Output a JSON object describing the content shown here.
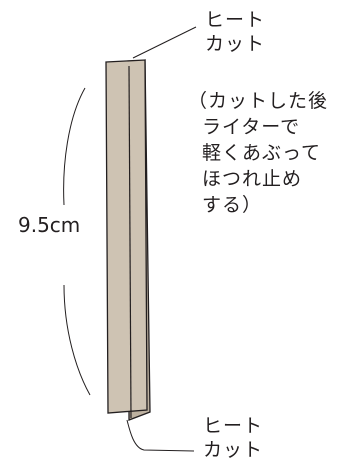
{
  "diagram": {
    "top_label": {
      "lines": [
        "ヒート",
        "カット"
      ]
    },
    "bottom_label": {
      "lines": [
        "ヒート",
        "カット"
      ]
    },
    "length_label": "9.5cm",
    "note": {
      "lines": [
        "（カットした後",
        "ライターで",
        "軽くあぶって",
        "ほつれ止め",
        "する）"
      ]
    },
    "colors": {
      "ribbon_fill": "#cec3b3",
      "ribbon_shadow": "#bdb1a0",
      "stroke": "#231f20",
      "text": "#231f20"
    }
  }
}
